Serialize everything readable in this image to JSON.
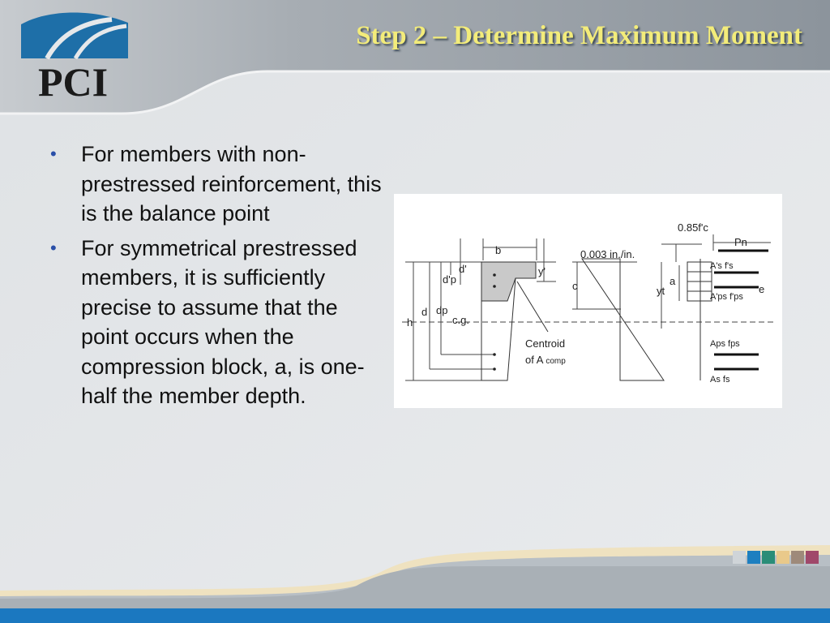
{
  "slide": {
    "title": "Step 2 – Determine Maximum Moment",
    "logo_text": "PCI",
    "bullets": [
      "For members with non-prestressed reinforcement, this is the balance point",
      "For symmetrical prestressed members, it is sufficiently precise to assume that the point occurs when the compression block, a, is one-half the member depth."
    ]
  },
  "figure": {
    "labels": {
      "b": "b",
      "d_prime": "d'",
      "dp_prime": "d'p",
      "y_prime": "y'",
      "h": "h",
      "d": "d",
      "dp": "dp",
      "cg": "c.g.",
      "centroid_line1": "Centroid",
      "centroid_line2": "of A",
      "centroid_sub": "comp",
      "strain": "0.003 in./in.",
      "c": "c",
      "a": "a",
      "yt": "yt",
      "stress": "0.85f'c",
      "pn": "Pn",
      "e": "e",
      "as_prime_fs": "A's f's",
      "aps_prime_fps": "A'ps f'ps",
      "aps_fps": "Aps fps",
      "as_fs": "As fs"
    }
  },
  "colors": {
    "title": "#f3ec7a",
    "bullet": "#2a4fa8",
    "logo_blue": "#1e6fa8",
    "footer_swatches": [
      "#cfd4d8",
      "#1d7fc0",
      "#2a8d78",
      "#e9c98a",
      "#9e8a7a",
      "#a0486a"
    ]
  }
}
